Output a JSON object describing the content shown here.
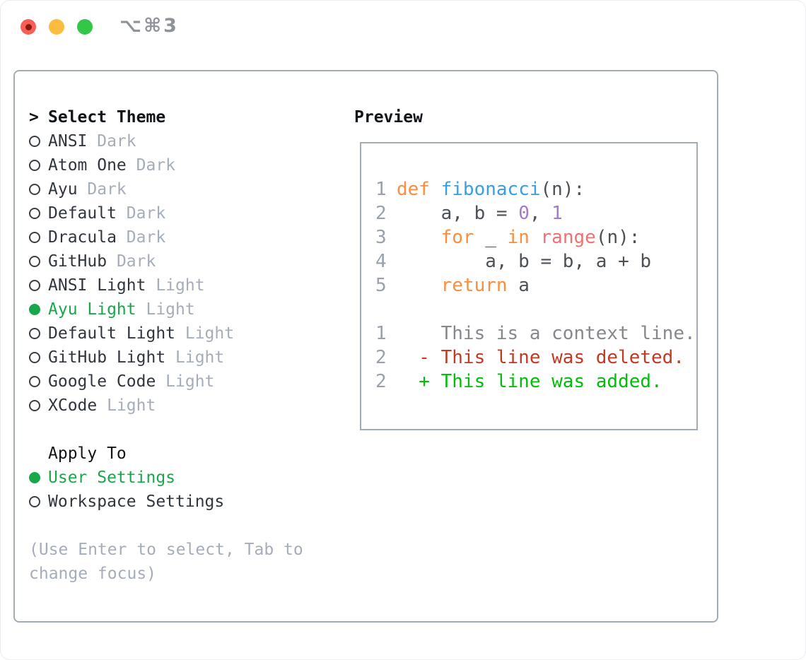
{
  "window": {
    "title": "⌥⌘3"
  },
  "titlebar": {
    "buttons": [
      {
        "name": "close",
        "color_key": "traffic_red"
      },
      {
        "name": "minimize",
        "color_key": "traffic_yellow"
      },
      {
        "name": "zoom",
        "color_key": "traffic_green"
      }
    ]
  },
  "theme_list": {
    "header": "Select Theme",
    "header_prefix": ">",
    "items": [
      {
        "name": "ANSI",
        "variant": "Dark",
        "selected": false
      },
      {
        "name": "Atom One",
        "variant": "Dark",
        "selected": false
      },
      {
        "name": "Ayu",
        "variant": "Dark",
        "selected": false
      },
      {
        "name": "Default",
        "variant": "Dark",
        "selected": false
      },
      {
        "name": "Dracula",
        "variant": "Dark",
        "selected": false
      },
      {
        "name": "GitHub",
        "variant": "Dark",
        "selected": false
      },
      {
        "name": "ANSI Light",
        "variant": "Light",
        "selected": false
      },
      {
        "name": "Ayu Light",
        "variant": "Light",
        "selected": true
      },
      {
        "name": "Default Light",
        "variant": "Light",
        "selected": false
      },
      {
        "name": "GitHub Light",
        "variant": "Light",
        "selected": false
      },
      {
        "name": "Google Code",
        "variant": "Light",
        "selected": false
      },
      {
        "name": "XCode",
        "variant": "Light",
        "selected": false
      }
    ]
  },
  "apply_to": {
    "header": "Apply To",
    "options": [
      {
        "label": "User Settings",
        "selected": true
      },
      {
        "label": "Workspace Settings",
        "selected": false
      }
    ]
  },
  "help_text": "(Use Enter to select, Tab to change focus)",
  "preview": {
    "header": "Preview",
    "lines": [
      {
        "no": "1",
        "tokens": [
          {
            "t": "def",
            "c": "keyword"
          },
          {
            "t": " "
          },
          {
            "t": "fibonacci",
            "c": "function"
          },
          {
            "t": "(n):"
          }
        ]
      },
      {
        "no": "2",
        "tokens": [
          {
            "t": "    a, b = "
          },
          {
            "t": "0",
            "c": "number"
          },
          {
            "t": ", "
          },
          {
            "t": "1",
            "c": "number"
          }
        ]
      },
      {
        "no": "3",
        "tokens": [
          {
            "t": "    "
          },
          {
            "t": "for",
            "c": "keyword"
          },
          {
            "t": " _ "
          },
          {
            "t": "in",
            "c": "keyword"
          },
          {
            "t": " "
          },
          {
            "t": "range",
            "c": "builtin"
          },
          {
            "t": "(n):"
          }
        ]
      },
      {
        "no": "4",
        "tokens": [
          {
            "t": "        a, b = b, a + b"
          }
        ]
      },
      {
        "no": "5",
        "tokens": [
          {
            "t": "    "
          },
          {
            "t": "return",
            "c": "keyword"
          },
          {
            "t": " a"
          }
        ]
      },
      {
        "no": "",
        "tokens": []
      },
      {
        "no": "1",
        "tokens": [
          {
            "t": "    This is a context line.",
            "c": "context"
          }
        ]
      },
      {
        "no": "2",
        "tokens": [
          {
            "t": "  - This line was deleted.",
            "c": "deleted"
          }
        ]
      },
      {
        "no": "2",
        "tokens": [
          {
            "t": "  + This line was added.",
            "c": "added"
          }
        ]
      }
    ]
  },
  "colors": {
    "header_text": "#111418",
    "item_text": "#31363e",
    "muted_text": "#a6adba",
    "selected_green": "#18a84b",
    "panel_border": "#a4abb8",
    "line_number": "#9aa1ad",
    "code_default": "#4c5158",
    "keyword_orange": "#fa8d3e",
    "function_blue": "#399ee6",
    "builtin_coral": "#f07171",
    "number_purple": "#a37acc",
    "context_gray": "#86888c",
    "deleted_red": "#c23a24",
    "added_green": "#00be0a",
    "titlebar_text": "#8f9399",
    "traffic_red": "#f85e56",
    "traffic_yellow": "#fcbc40",
    "traffic_green": "#33c748"
  }
}
